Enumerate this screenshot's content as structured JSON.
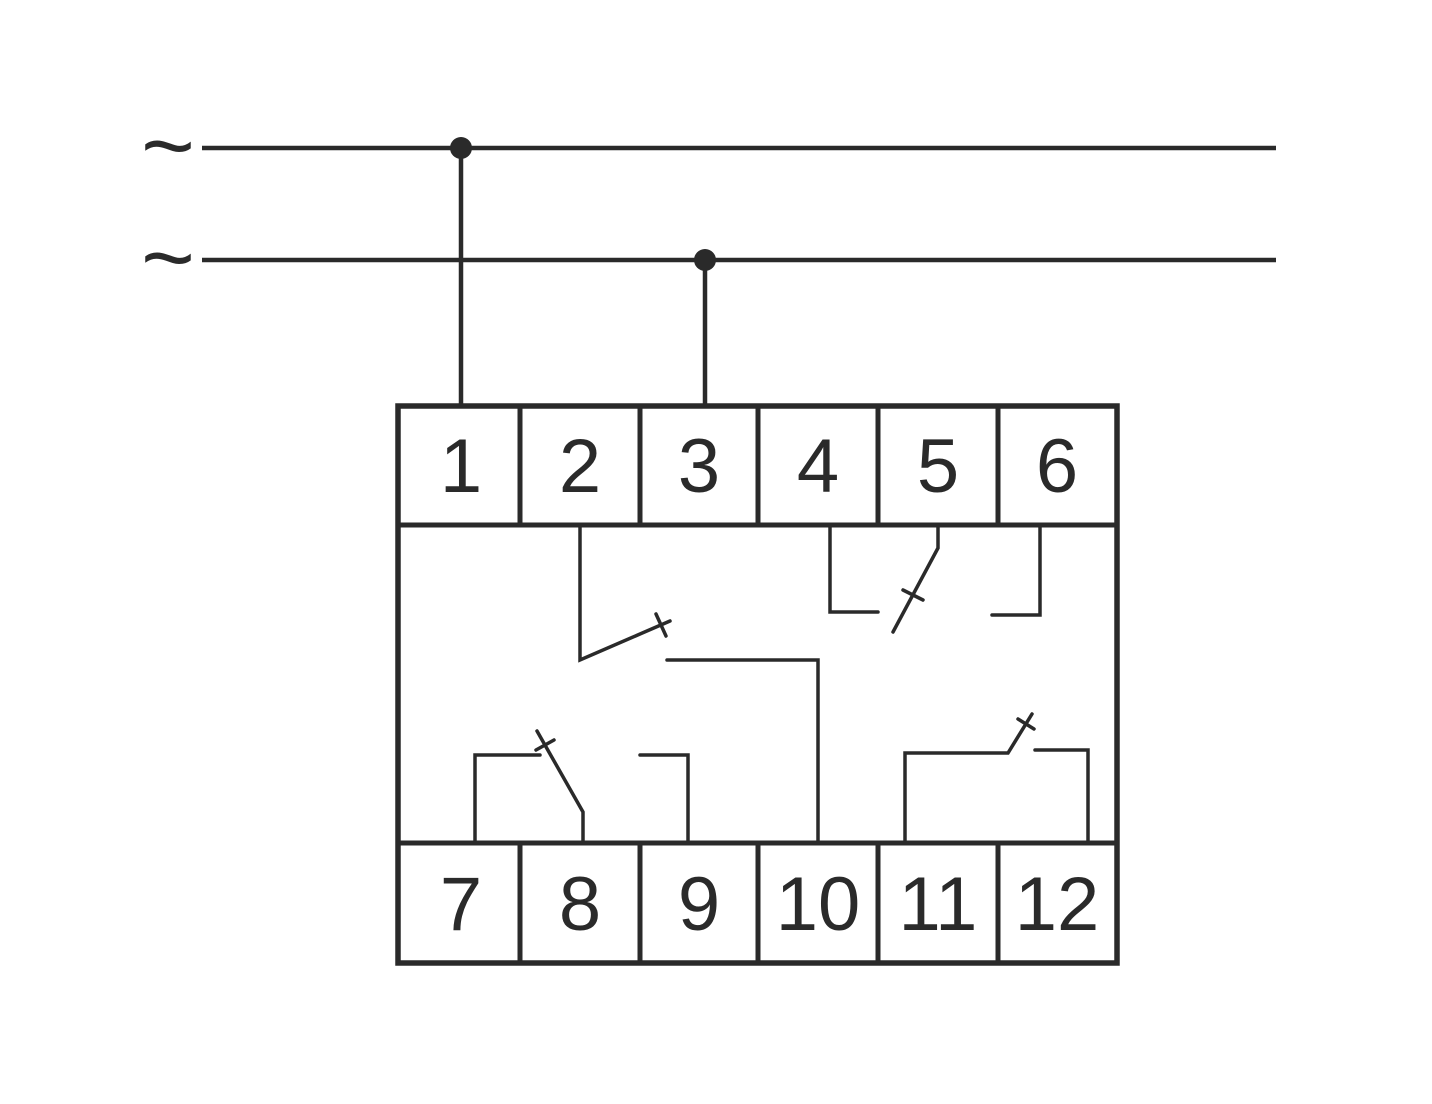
{
  "diagram": {
    "type": "relay-wiring-diagram",
    "supply": {
      "line1_symbol": "~",
      "line2_symbol": "~"
    },
    "terminals_top": [
      "1",
      "2",
      "3",
      "4",
      "5",
      "6"
    ],
    "terminals_bottom": [
      "7",
      "8",
      "9",
      "10",
      "11",
      "12"
    ],
    "connections": {
      "supply_line_1_to_terminal": "1",
      "supply_line_2_to_terminal": "3"
    },
    "colors": {
      "line": "#2a2a2a",
      "background": "#ffffff"
    }
  }
}
